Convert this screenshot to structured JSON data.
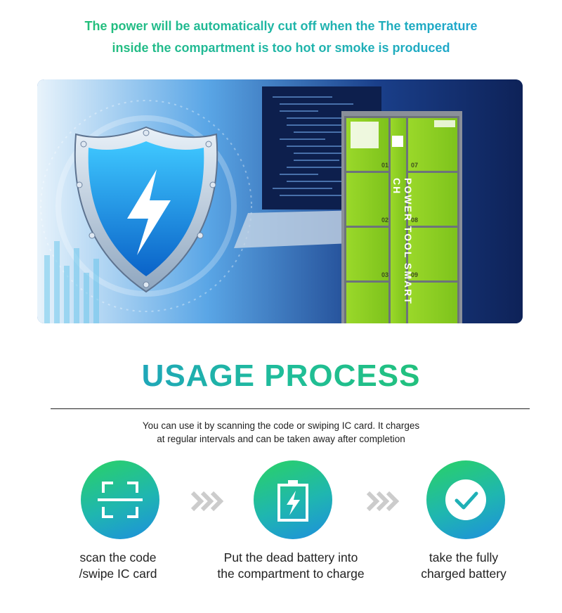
{
  "headline": {
    "line1": "The power will be automatically cut off when the The temperature",
    "line2": "inside the compartment is too hot or smoke is produced"
  },
  "hero": {
    "locker_text": "POWER TOOL SMART CH",
    "cells": [
      "01",
      "02",
      "03",
      "07",
      "08",
      "09"
    ],
    "icons": [
      "shield-lightning-icon",
      "laptop-code-illustration",
      "smart-locker-illustration"
    ]
  },
  "usage": {
    "title": "USAGE PROCESS",
    "description_line1": "You can use it by scanning the code or swiping  IC card. It charges",
    "description_line2": "at regular intervals and can be taken away after completion"
  },
  "steps": [
    {
      "icon": "scan-frame-icon",
      "line1": "scan the code",
      "line2": "/swipe  IC card"
    },
    {
      "icon": "battery-charge-icon",
      "line1": "Put the dead battery into",
      "line2": "the compartment to charge"
    },
    {
      "icon": "checkmark-icon",
      "line1": "take the fully",
      "line2": "charged battery"
    }
  ],
  "colors": {
    "green": "#24c460",
    "blue": "#1e90de",
    "arrow_gray": "#cccccc"
  }
}
